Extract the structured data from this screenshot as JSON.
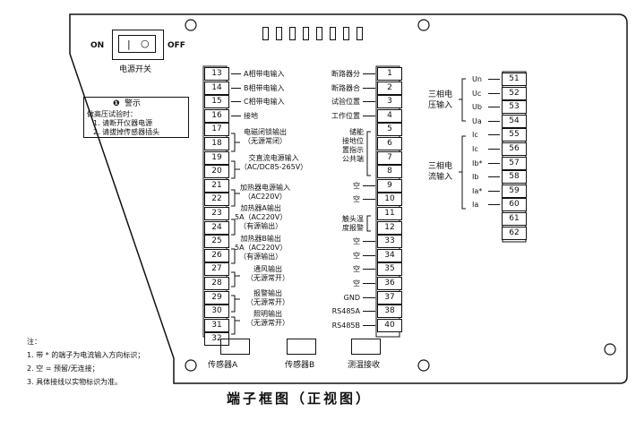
{
  "power": {
    "on_label": "ON",
    "off_label": "OFF",
    "switch_line": "|",
    "switch_circle": "○",
    "title": "电源开关"
  },
  "warning": {
    "title": "警示",
    "lines": [
      "做高压试验时：",
      "1. 请断开仪器电源",
      "2. 请拔掉传感器插头"
    ]
  },
  "left_terminals": [
    {
      "n": "13",
      "label": "A相带电输入"
    },
    {
      "n": "14",
      "label": "B相带电输入"
    },
    {
      "n": "15",
      "label": "C相带电输入"
    },
    {
      "n": "16",
      "label": "接地"
    },
    {
      "n": "17",
      "label": ""
    },
    {
      "n": "18",
      "label": ""
    },
    {
      "n": "19",
      "label": ""
    },
    {
      "n": "20",
      "label": ""
    },
    {
      "n": "21",
      "label": ""
    },
    {
      "n": "22",
      "label": ""
    },
    {
      "n": "23",
      "label": ""
    },
    {
      "n": "24",
      "label": ""
    },
    {
      "n": "25",
      "label": ""
    },
    {
      "n": "26",
      "label": ""
    },
    {
      "n": "27",
      "label": ""
    },
    {
      "n": "28",
      "label": ""
    },
    {
      "n": "29",
      "label": ""
    },
    {
      "n": "30",
      "label": ""
    },
    {
      "n": "31",
      "label": ""
    },
    {
      "n": "32",
      "label": ""
    }
  ],
  "left_groups": [
    {
      "lines": [
        "电磁闭锁输出",
        "（无源常闭）"
      ]
    },
    {
      "lines": [
        "交直流电源输入",
        "（AC/DC85-265V）"
      ]
    },
    {
      "lines": [
        "加热器电源输入",
        "（AC220V）"
      ]
    },
    {
      "lines": [
        "加热器A输出",
        "5A（AC220V）",
        "（有源输出）"
      ]
    },
    {
      "lines": [
        "加热器B输出",
        "5A（AC220V）",
        "（有源输出）"
      ]
    },
    {
      "lines": [
        "通风输出",
        "（无源常开）"
      ]
    },
    {
      "lines": [
        "报警输出",
        "（无源常开）"
      ]
    },
    {
      "lines": [
        "照明输出",
        "（无源常开）"
      ]
    }
  ],
  "mid_terminals": [
    {
      "n": "1",
      "label": "断路器分"
    },
    {
      "n": "2",
      "label": "断路器合"
    },
    {
      "n": "3",
      "label": "试验位置"
    },
    {
      "n": "4",
      "label": "工作位置"
    },
    {
      "n": "5",
      "label": ""
    },
    {
      "n": "6",
      "label": ""
    },
    {
      "n": "7",
      "label": ""
    },
    {
      "n": "8",
      "label": ""
    },
    {
      "n": "9",
      "label": "空"
    },
    {
      "n": "10",
      "label": "空"
    },
    {
      "n": "11",
      "label": ""
    },
    {
      "n": "12",
      "label": ""
    },
    {
      "n": "33",
      "label": "空"
    },
    {
      "n": "34",
      "label": "空"
    },
    {
      "n": "35",
      "label": "空"
    },
    {
      "n": "36",
      "label": "空"
    },
    {
      "n": "37",
      "label": "GND"
    },
    {
      "n": "38",
      "label": "RS485A"
    },
    {
      "n": "40",
      "label": "RS485B"
    }
  ],
  "mid_groups": {
    "energy": [
      "储能",
      "接地位",
      "置指示",
      "公共端"
    ],
    "temp": [
      "触头温",
      "度报警"
    ]
  },
  "right_terminals": [
    {
      "n": "51",
      "label": "Un"
    },
    {
      "n": "52",
      "label": "Uc"
    },
    {
      "n": "53",
      "label": "Ub"
    },
    {
      "n": "54",
      "label": "Ua"
    },
    {
      "n": "55",
      "label": "Ic"
    },
    {
      "n": "56",
      "label": "Ic"
    },
    {
      "n": "57",
      "label": "Ib*"
    },
    {
      "n": "58",
      "label": "Ib"
    },
    {
      "n": "59",
      "label": "Ia*"
    },
    {
      "n": "60",
      "label": "Ia"
    },
    {
      "n": "61",
      "label": ""
    },
    {
      "n": "62",
      "label": ""
    }
  ],
  "right_groups": {
    "voltage": [
      "三相电",
      "压输入"
    ],
    "current": [
      "三相电",
      "流输入"
    ]
  },
  "sensors": [
    {
      "label": "传感器A"
    },
    {
      "label": "传感器B"
    },
    {
      "label": "测温接收"
    }
  ],
  "notes": {
    "title": "注：",
    "lines": [
      "1. 带 * 的端子为电流输入方向标识；",
      "2. 空 = 预留/无连接；",
      "3. 具体接线以实物标识为准。"
    ]
  },
  "caption": "端子框图（正视图）"
}
